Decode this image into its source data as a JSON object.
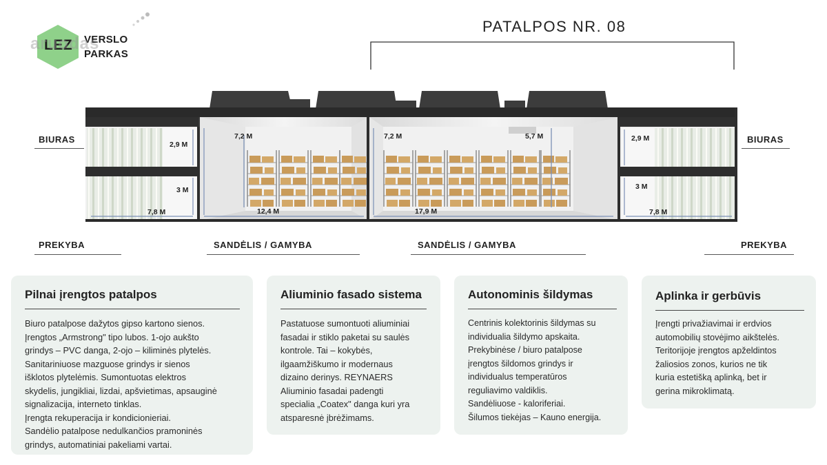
{
  "logo": {
    "mark": "LEZ",
    "line1": "VERSLO",
    "line2": "PARKAS",
    "color": "#8fd18a"
  },
  "watermark": "aruodas",
  "title": "PATALPOS NR. 08",
  "zones": {
    "biuras_left": "BIURAS",
    "biuras_right": "BIURAS",
    "prekyba_left": "PREKYBA",
    "prekyba_right": "PREKYBA",
    "sandelis_left": "SANDĖLIS / GAMYBA",
    "sandelis_right": "SANDĖLIS / GAMYBA"
  },
  "dimensions": {
    "left_office_h_top": "2,9 M",
    "left_office_h_bottom": "3 M",
    "left_office_w": "7,8 M",
    "wh1_h": "7,2 M",
    "wh1_w": "12,4 M",
    "wh2_h": "7,2 M",
    "wh2_h2": "5,7 M",
    "wh2_w": "17,9 M",
    "right_office_h_top": "2,9 M",
    "right_office_h_bottom": "3 M",
    "right_office_w": "7,8 M"
  },
  "cards": [
    {
      "title": "Pilnai įrengtos patalpos",
      "lines": [
        "Biuro patalpose dažytos gipso kartono sienos.",
        "Įrengtos „Armstrong\" tipo lubos. 1-ojo aukšto",
        "grindys – PVC danga, 2-ojo – kiliminės plytelės.",
        "Sanitariniuose mazguose grindys ir sienos",
        "išklotos plytelėmis. Sumontuotas elektros",
        "skydelis, jungikliai, lizdai, apšvietimas, apsauginė",
        "signalizacija, interneto tinklas.",
        "Įrengta rekuperacija ir kondicionieriai.",
        "Sandėlio patalpose nedulkančios pramoninės",
        "grindys, automatiniai pakeliami vartai."
      ]
    },
    {
      "title": "Aliuminio fasado sistema",
      "lines": [
        "Pastatuose sumontuoti aliuminiai",
        "fasadai ir stiklo paketai su saulės",
        "kontrole. Tai – kokybės,",
        "ilgaamžiškumo ir modernaus",
        "dizaino derinys. REYNAERS",
        "Aliuminio fasadai padengti",
        "specialia „Coatex\" danga kuri yra",
        "atsparesnė įbrėžimams."
      ]
    },
    {
      "title": "Autonominis šildymas",
      "lines": [
        "Centrinis kolektorinis šildymas su",
        "individualia šildymo apskaita.",
        "Prekybinėse / biuro patalpose",
        "įrengtos šildomos grindys ir",
        "individualus temperatūros",
        "reguliavimo valdiklis.",
        "Sandėliuose - kaloriferiai.",
        "Šilumos tiekėjas – Kauno energija."
      ]
    },
    {
      "title": "Aplinka ir gerbūvis",
      "lines": [
        "Įrengti privažiavimai ir erdvios",
        "automobilių stovėjimo aikštelės.",
        "Teritorijoje įrengtos apželdintos",
        "žaliosios zonos, kurios ne tik",
        "kuria estetišką aplinką, bet ir",
        "gerina mikroklimatą."
      ]
    }
  ]
}
